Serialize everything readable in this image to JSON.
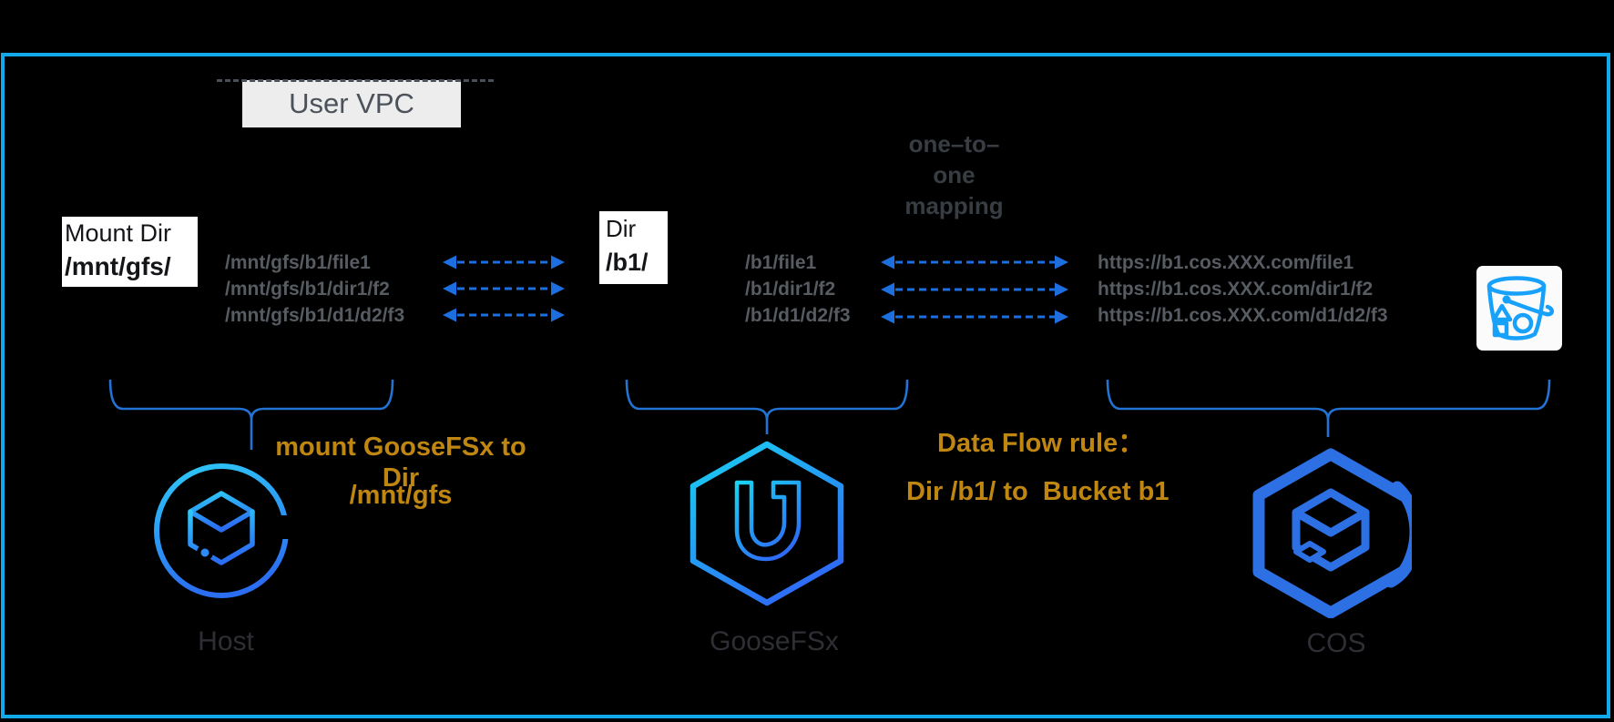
{
  "vpc": {
    "label": "User VPC"
  },
  "host": {
    "mount_dir_title": "Mount Dir",
    "mount_dir_path": "/mnt/gfs/",
    "paths": [
      "/mnt/gfs/b1/file1",
      "/mnt/gfs/b1/dir1/f2",
      "/mnt/gfs/b1/d1/d2/f3"
    ],
    "label": "Host"
  },
  "goosefsx": {
    "dir_title": "Dir",
    "dir_path": "/b1/",
    "paths": [
      "/b1/file1",
      "/b1/dir1/f2",
      "/b1/d1/d2/f3"
    ],
    "label": "GooseFSx"
  },
  "cos": {
    "urls": [
      "https://b1.cos.XXX.com/file1",
      "https://b1.cos.XXX.com/dir1/f2",
      "https://b1.cos.XXX.com/d1/d2/f3"
    ],
    "label": "COS"
  },
  "mapping_note": {
    "line1": "one–to–",
    "line2": "one",
    "line3": "mapping"
  },
  "annotations": {
    "mount_line1": "mount GooseFSx to Dir",
    "mount_line2": "/mnt/gfs",
    "rule_line1": "Data Flow rule：",
    "rule_p1": "Dir ",
    "rule_p2": "/b1/",
    "rule_p3": " to ",
    "rule_p4": " Bucket ",
    "rule_p5": "b1"
  },
  "colors": {
    "border_cyan": "#12a9ea",
    "arrow_blue": "#1d6ede",
    "brace_blue": "#2273d3",
    "annotation_orange": "#bf8712",
    "path_gray": "#575c63",
    "cos_icon_blue": "#2c70e4",
    "bucket_icon_blue": "#17a1fb",
    "icon_gradient_start": "#2ec9f7",
    "icon_gradient_end": "#2b6ef2",
    "vpc_label_bg": "#ededee"
  }
}
